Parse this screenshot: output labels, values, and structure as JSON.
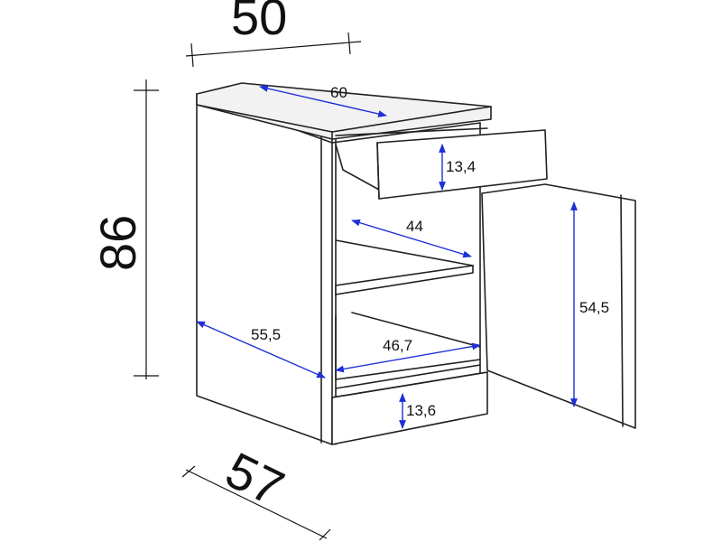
{
  "colors": {
    "outline": "#222222",
    "dimension_blue": "#1f2fd6",
    "background": "#ffffff"
  },
  "overall": {
    "width_label": "50",
    "height_label": "86",
    "depth_label": "57"
  },
  "inner": {
    "top_depth": "60",
    "drawer_height": "13,4",
    "shelf_depth": "44",
    "side_depth": "55,5",
    "bottom_depth": "46,7",
    "plinth_height": "13,6",
    "door_height": "54,5"
  }
}
